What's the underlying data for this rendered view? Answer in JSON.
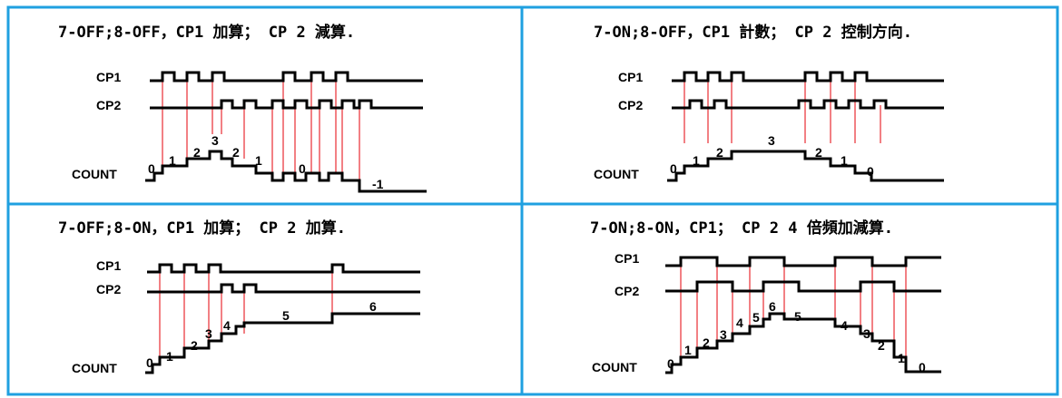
{
  "panels": [
    {
      "id": "p1",
      "title": "7-OFF;8-OFF，CP1 加算； CP 2 減算.",
      "cp1_label": "CP1",
      "cp2_label": "CP2",
      "count_label": "COUNT",
      "count_values": [
        "0",
        "1",
        "2",
        "3",
        "2",
        "1",
        "0",
        "-1"
      ]
    },
    {
      "id": "p2",
      "title": "7-ON;8-OFF，CP1 計數； CP 2 控制方向.",
      "cp1_label": "CP1",
      "cp2_label": "CP2",
      "count_label": "COUNT",
      "count_values": [
        "0",
        "1",
        "2",
        "3",
        "2",
        "1",
        "0"
      ]
    },
    {
      "id": "p3",
      "title": "7-OFF;8-ON，CP1 加算； CP 2 加算.",
      "cp1_label": "CP1",
      "cp2_label": "CP2",
      "count_label": "COUNT",
      "count_values": [
        "0",
        "1",
        "2",
        "3",
        "4",
        "5",
        "6"
      ]
    },
    {
      "id": "p4",
      "title": "7-ON;8-ON，CP1； CP 2   4 倍頻加減算.",
      "cp1_label": "CP1",
      "cp2_label": "CP2",
      "count_label": "COUNT",
      "count_values": [
        "0",
        "1",
        "2",
        "3",
        "4",
        "5",
        "6",
        "5",
        "4",
        "3",
        "2",
        "1",
        "0"
      ]
    }
  ],
  "colors": {
    "border": "#1fa0e0",
    "marker": "#e8191f",
    "waveform": "#000000"
  }
}
